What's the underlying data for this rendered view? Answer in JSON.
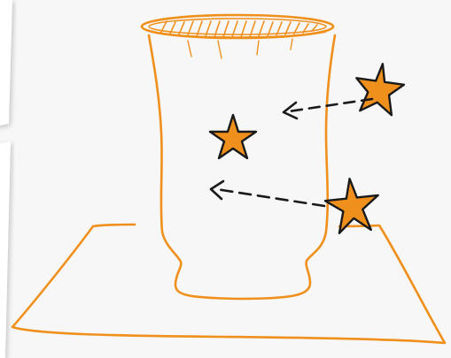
{
  "colors": {
    "background": "#f7f7f7",
    "outline": "#f0901c",
    "star_fill": "#f0901c",
    "star_stroke": "#1a1a1a",
    "arrow": "#1a1a1a",
    "card": "#ffffff",
    "card_shadow": "#c8c8c8"
  },
  "illustration": {
    "subject": "jar-on-mat",
    "stars": [
      {
        "id": "star-inside-jar",
        "role": "inside"
      },
      {
        "id": "star-outside-top",
        "role": "outside-moving-in"
      },
      {
        "id": "star-outside-bottom",
        "role": "outside-moving-in"
      }
    ],
    "arrows": [
      {
        "id": "arrow-top",
        "style": "dashed",
        "direction": "left"
      },
      {
        "id": "arrow-bottom",
        "style": "dashed",
        "direction": "left"
      }
    ]
  }
}
